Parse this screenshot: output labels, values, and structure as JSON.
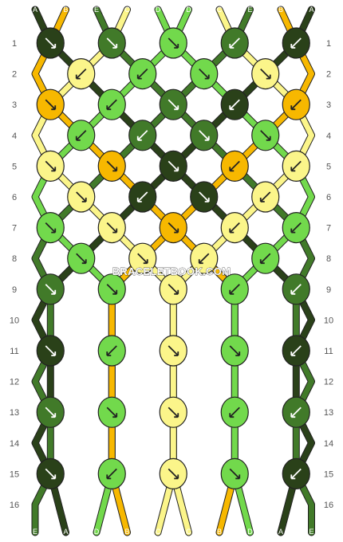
{
  "watermark": "BRACELETBOOK.COM",
  "colors": {
    "A": "#2a4119",
    "B": "#f7b800",
    "C": "#fbf58a",
    "D": "#72d94c",
    "E": "#417a29",
    "outline": "#222222",
    "arrow": "#ffffff"
  },
  "strands": [
    "A",
    "B",
    "E",
    "C",
    "D",
    "D",
    "C",
    "E",
    "B",
    "A"
  ],
  "row_labels": [
    "1",
    "2",
    "3",
    "4",
    "5",
    "6",
    "7",
    "8",
    "9",
    "10",
    "11",
    "12",
    "13",
    "14",
    "15",
    "16"
  ],
  "rows": [
    {
      "knots": [
        {
          "col": 0,
          "arrow": "se"
        },
        {
          "col": 2,
          "arrow": "se"
        },
        {
          "col": 4,
          "arrow": "se"
        },
        {
          "col": 6,
          "arrow": "sw"
        },
        {
          "col": 8,
          "arrow": "sw"
        }
      ]
    },
    {
      "knots": [
        {
          "col": 1,
          "arrow": "sw"
        },
        {
          "col": 3,
          "arrow": "sw"
        },
        {
          "col": 5,
          "arrow": "se"
        },
        {
          "col": 7,
          "arrow": "se"
        }
      ]
    },
    {
      "knots": [
        {
          "col": 0,
          "arrow": "se"
        },
        {
          "col": 2,
          "arrow": "sw"
        },
        {
          "col": 4,
          "arrow": "se"
        },
        {
          "col": 6,
          "arrow": "sw"
        },
        {
          "col": 8,
          "arrow": "sw"
        }
      ]
    },
    {
      "knots": [
        {
          "col": 1,
          "arrow": "sw"
        },
        {
          "col": 3,
          "arrow": "sw"
        },
        {
          "col": 5,
          "arrow": "se"
        },
        {
          "col": 7,
          "arrow": "se"
        }
      ]
    },
    {
      "knots": [
        {
          "col": 0,
          "arrow": "se"
        },
        {
          "col": 2,
          "arrow": "se"
        },
        {
          "col": 4,
          "arrow": "se"
        },
        {
          "col": 6,
          "arrow": "sw"
        },
        {
          "col": 8,
          "arrow": "sw"
        }
      ]
    },
    {
      "knots": [
        {
          "col": 1,
          "arrow": "se"
        },
        {
          "col": 3,
          "arrow": "sw"
        },
        {
          "col": 5,
          "arrow": "se"
        },
        {
          "col": 7,
          "arrow": "sw"
        }
      ]
    },
    {
      "knots": [
        {
          "col": 0,
          "arrow": "se"
        },
        {
          "col": 2,
          "arrow": "se"
        },
        {
          "col": 4,
          "arrow": "se"
        },
        {
          "col": 6,
          "arrow": "sw"
        },
        {
          "col": 8,
          "arrow": "sw"
        }
      ]
    },
    {
      "knots": [
        {
          "col": 1,
          "arrow": "se"
        },
        {
          "col": 3,
          "arrow": "se"
        },
        {
          "col": 5,
          "arrow": "sw"
        },
        {
          "col": 7,
          "arrow": "sw"
        }
      ]
    },
    {
      "knots": [
        {
          "col": 0,
          "arrow": "se"
        },
        {
          "col": 2,
          "arrow": "se"
        },
        {
          "col": 4,
          "arrow": "se"
        },
        {
          "col": 6,
          "arrow": "sw"
        },
        {
          "col": 8,
          "arrow": "sw"
        }
      ]
    },
    {
      "knots": []
    },
    {
      "knots": [
        {
          "col": 0,
          "arrow": "se"
        },
        {
          "col": 2,
          "arrow": "sw"
        },
        {
          "col": 4,
          "arrow": "se"
        },
        {
          "col": 6,
          "arrow": "se"
        },
        {
          "col": 8,
          "arrow": "sw"
        }
      ]
    },
    {
      "knots": []
    },
    {
      "knots": [
        {
          "col": 0,
          "arrow": "se"
        },
        {
          "col": 2,
          "arrow": "se"
        },
        {
          "col": 4,
          "arrow": "se"
        },
        {
          "col": 6,
          "arrow": "sw"
        },
        {
          "col": 8,
          "arrow": "sw"
        }
      ]
    },
    {
      "knots": []
    },
    {
      "knots": [
        {
          "col": 0,
          "arrow": "se"
        },
        {
          "col": 2,
          "arrow": "sw"
        },
        {
          "col": 4,
          "arrow": "se"
        },
        {
          "col": 6,
          "arrow": "se"
        },
        {
          "col": 8,
          "arrow": "sw"
        }
      ]
    },
    {
      "knots": []
    }
  ]
}
